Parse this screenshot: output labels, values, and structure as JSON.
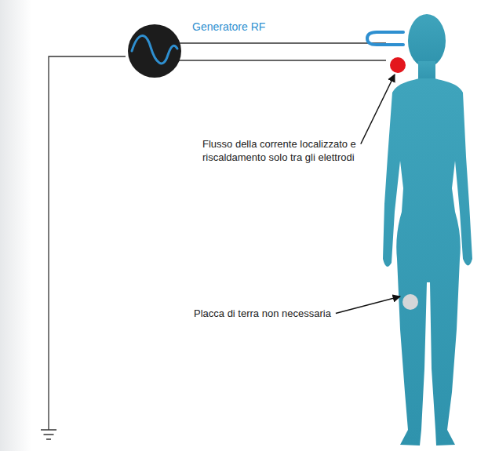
{
  "diagram": {
    "labels": [
      "Generatore RF",
      "Flusso della corrente localizzato e riscaldamento solo tra gli elettrodi",
      "Placca di terra non necessaria"
    ]
  }
}
